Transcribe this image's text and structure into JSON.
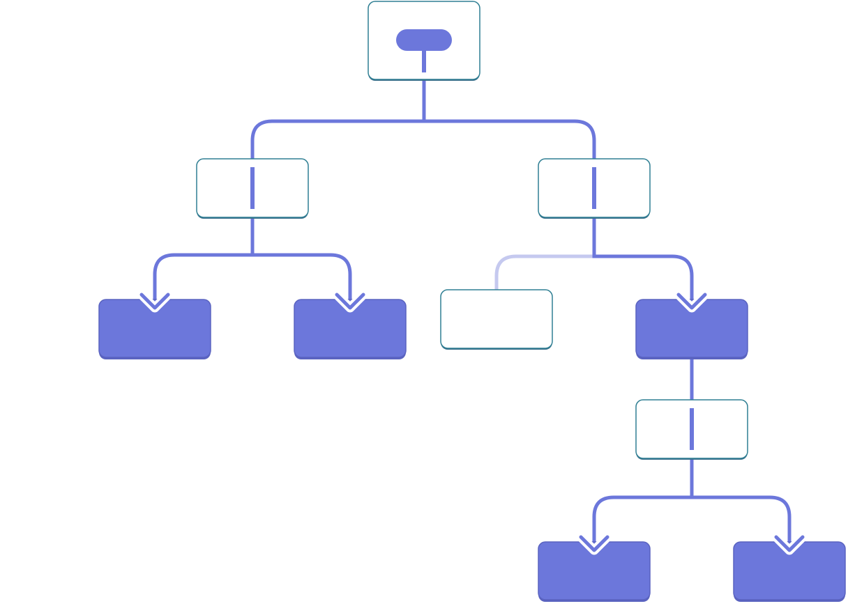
{
  "diagram": {
    "type": "decision-tree",
    "colors": {
      "background": "#ffffff",
      "edge": "#6c77db",
      "edge_faded": "#c5c9ef",
      "box_border": "#2f7f93",
      "box_shadow": "#3a6e8a",
      "leaf_fill": "#6c77db",
      "leaf_border": "#5a63c0",
      "pill_fill": "#6c77db"
    },
    "nodes": [
      {
        "id": "root",
        "kind": "decision",
        "has_pill": true
      },
      {
        "id": "left",
        "kind": "decision"
      },
      {
        "id": "right",
        "kind": "decision"
      },
      {
        "id": "left-left",
        "kind": "leaf"
      },
      {
        "id": "left-right",
        "kind": "leaf"
      },
      {
        "id": "right-left",
        "kind": "decision",
        "state": "unexplored"
      },
      {
        "id": "right-right",
        "kind": "leaf"
      },
      {
        "id": "right-right-child",
        "kind": "decision"
      },
      {
        "id": "rr-left",
        "kind": "leaf"
      },
      {
        "id": "rr-right",
        "kind": "leaf"
      }
    ],
    "edges": [
      {
        "from": "root",
        "to": "left",
        "style": "solid"
      },
      {
        "from": "root",
        "to": "right",
        "style": "solid"
      },
      {
        "from": "left",
        "to": "left-left",
        "style": "solid",
        "arrow": true
      },
      {
        "from": "left",
        "to": "left-right",
        "style": "solid",
        "arrow": true
      },
      {
        "from": "right",
        "to": "right-left",
        "style": "faded"
      },
      {
        "from": "right",
        "to": "right-right",
        "style": "solid",
        "arrow": true
      },
      {
        "from": "right-right",
        "to": "right-right-child",
        "style": "solid"
      },
      {
        "from": "right-right-child",
        "to": "rr-left",
        "style": "solid",
        "arrow": true
      },
      {
        "from": "right-right-child",
        "to": "rr-right",
        "style": "solid",
        "arrow": true
      }
    ]
  }
}
